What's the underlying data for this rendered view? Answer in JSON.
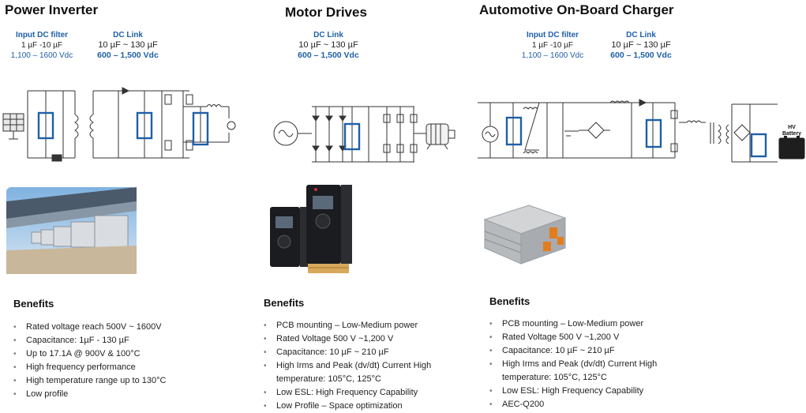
{
  "sections": [
    {
      "title": "Power Inverter",
      "specs": [
        {
          "heading": "Input DC filter",
          "lines": [
            "1 µF -10 µF",
            "1,100 – 1600 Vdc"
          ]
        },
        {
          "heading": "DC Link",
          "lines": [
            "10 µF ~ 130 µF",
            "600 – 1,500 Vdc"
          ]
        }
      ],
      "benefits_title": "Benefits",
      "benefits": [
        "Rated voltage reach 500V ~ 1600V",
        "Capacitance: 1µF - 130 µF",
        "Up to 17.1A @ 900V & 100°C",
        "High frequency performance",
        "High temperature range up to 130°C",
        "Low profile"
      ]
    },
    {
      "title": "Motor Drives",
      "specs": [
        {
          "heading": "DC Link",
          "lines": [
            "10 µF ~ 130 µF",
            "600 – 1,500 Vdc"
          ]
        }
      ],
      "benefits_title": "Benefits",
      "benefits": [
        "PCB mounting – Low-Medium power",
        "Rated Voltage 500 V ~1,200 V",
        "Capacitance: 10 µF ~ 210 µF",
        "High Irms and Peak (dv/dt) Current High temperature: 105°C, 125°C",
        "Low ESL: High Frequency Capability",
        "Low Profile – Space optimization"
      ]
    },
    {
      "title": "Automotive On-Board Charger",
      "specs": [
        {
          "heading": "Input DC filter",
          "lines": [
            "1 µF -10 µF",
            "1,100 – 1600 Vdc"
          ]
        },
        {
          "heading": "DC Link",
          "lines": [
            "10 µF ~ 130 µF",
            "600 – 1,500 Vdc"
          ]
        }
      ],
      "battery_label": [
        "HV",
        "Battery"
      ],
      "benefits_title": "Benefits",
      "benefits": [
        "PCB mounting – Low-Medium power",
        "Rated Voltage 500 V ~1,200 V",
        "Capacitance: 10 µF ~ 210 µF",
        "High Irms and Peak (dv/dt) Current High temperature: 105°C, 125°C",
        "Low ESL: High Frequency Capability",
        "AEC-Q200"
      ]
    }
  ],
  "colors": {
    "highlight": "#1f5fa8",
    "heading": "#1f5fa8",
    "text": "#222222"
  },
  "icons": [
    "solar-panel-icon",
    "ac-source-icon",
    "motor-icon",
    "hv-battery-icon"
  ],
  "images": [
    "solar-inverters-photo",
    "motor-drive-units-photo",
    "onboard-charger-module-photo"
  ]
}
